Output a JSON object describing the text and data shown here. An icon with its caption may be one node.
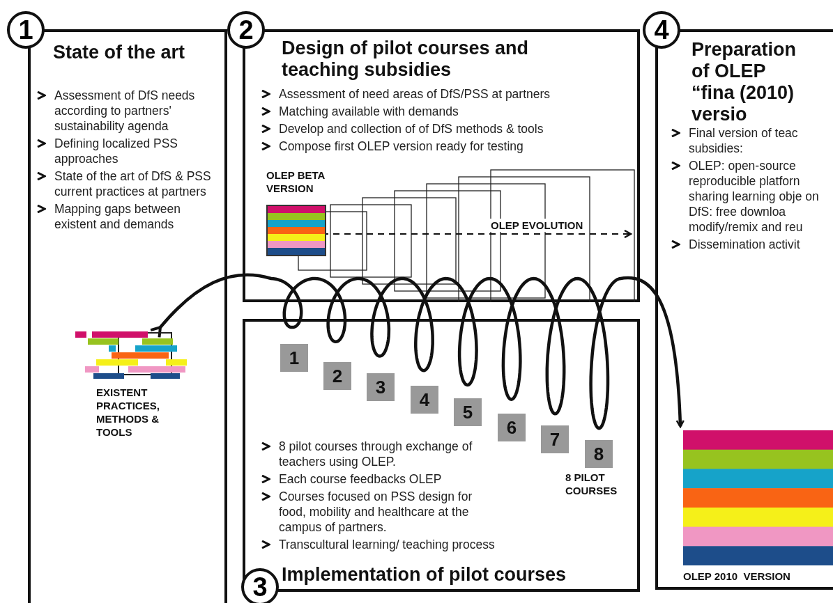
{
  "diagram": {
    "nodes": [
      {
        "text": [
          "State of the art",
          "Assessment of DfS needs according to partners' sustainability agenda",
          "Defining localized PSS approaches",
          "State of the art of DfS & PSS current practices at partners",
          "Mapping gaps between existent and demands"
        ],
        "beside": [
          "1"
        ]
      },
      {
        "text": [
          "Design of pilot courses and teaching subsidies",
          "Assessment of need areas of DfS/PSS at partners",
          "Matching available with demands",
          "Develop and collection of of DfS methods & tools",
          "Compose first OLEP version ready for testing"
        ],
        "beside": [
          "2"
        ]
      },
      {
        "text": [
          "OLEP BETA VERSION"
        ],
        "in": 1
      },
      {
        "text": [
          "Preparation of OLEP “fina (2010) versio",
          "Final version of teac subsidies:",
          "OLEP: open-source reproducible platforn sharing learning obje on DfS: free downloa modify/remix and reu",
          "Dissemination activit"
        ],
        "beside": [
          "4"
        ]
      },
      {
        "text": [
          "EXISTENT PRACTICES, METHODS & TOOLS"
        ],
        "in": 0
      },
      {
        "text": [
          "8 pilot courses through exchange of teachers using OLEP.",
          "Each course feedbacks OLEP",
          "Courses focused on PSS design for food, mobility and healthcare at the campus of partners.",
          "Transcultural learning/ teaching process",
          "Implementation of pilot courses"
        ],
        "beside": [
          "3"
        ]
      },
      {
        "text": [
          "1"
        ],
        "in": 5
      },
      {
        "text": [
          "2"
        ],
        "in": 5
      },
      {
        "text": [
          "3"
        ],
        "in": 5
      },
      {
        "text": [
          "4"
        ],
        "in": 5
      },
      {
        "text": [
          "5"
        ],
        "in": 5
      },
      {
        "text": [
          "6"
        ],
        "in": 5
      },
      {
        "text": [
          "7"
        ],
        "in": 5
      },
      {
        "text": [
          "8"
        ],
        "in": 5,
        "beside": [
          "8 PILOT COURSES"
        ]
      },
      {
        "text": [
          "OLEP 2010  VERSION"
        ],
        "in": 3
      }
    ],
    "edges": [
      {
        "from": 2,
        "to": null,
        "arrow": "to",
        "style": "dashed",
        "label": "OLEP EVOLUTION"
      },
      {
        "from": 4,
        "to": 14,
        "arrow": "to",
        "style": "thick"
      }
    ]
  }
}
